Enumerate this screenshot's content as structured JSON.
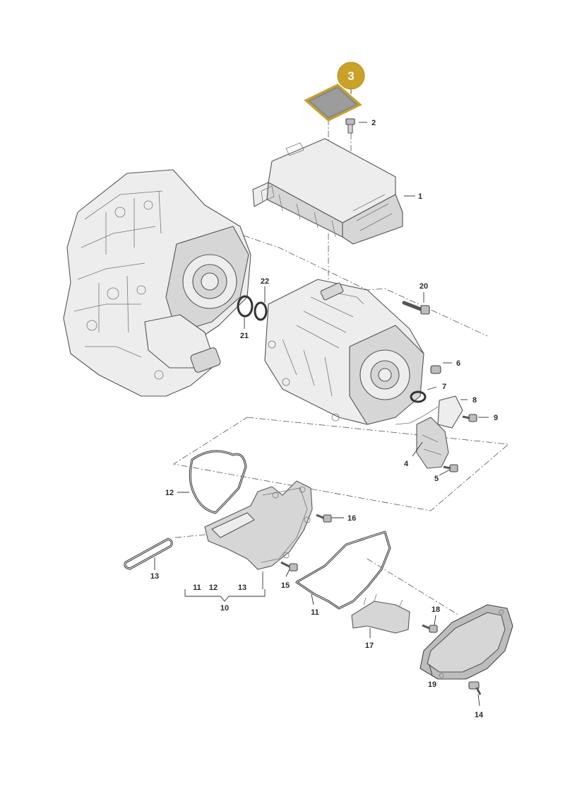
{
  "diagram": {
    "highlight": {
      "label": "3",
      "color": "#c9a227"
    },
    "callouts": [
      {
        "id": "1",
        "text": "1"
      },
      {
        "id": "2",
        "text": "2"
      },
      {
        "id": "4",
        "text": "4"
      },
      {
        "id": "5",
        "text": "5"
      },
      {
        "id": "6",
        "text": "6"
      },
      {
        "id": "7",
        "text": "7"
      },
      {
        "id": "8",
        "text": "8"
      },
      {
        "id": "9",
        "text": "9"
      },
      {
        "id": "10",
        "text": "10"
      },
      {
        "id": "11a",
        "text": "11"
      },
      {
        "id": "11b",
        "text": "11"
      },
      {
        "id": "12a",
        "text": "12"
      },
      {
        "id": "12b",
        "text": "12"
      },
      {
        "id": "13a",
        "text": "13"
      },
      {
        "id": "13b",
        "text": "13"
      },
      {
        "id": "14",
        "text": "14"
      },
      {
        "id": "15",
        "text": "15"
      },
      {
        "id": "16",
        "text": "16"
      },
      {
        "id": "17",
        "text": "17"
      },
      {
        "id": "18",
        "text": "18"
      },
      {
        "id": "19",
        "text": "19"
      },
      {
        "id": "20",
        "text": "20"
      },
      {
        "id": "21",
        "text": "21"
      },
      {
        "id": "22",
        "text": "22"
      }
    ]
  }
}
